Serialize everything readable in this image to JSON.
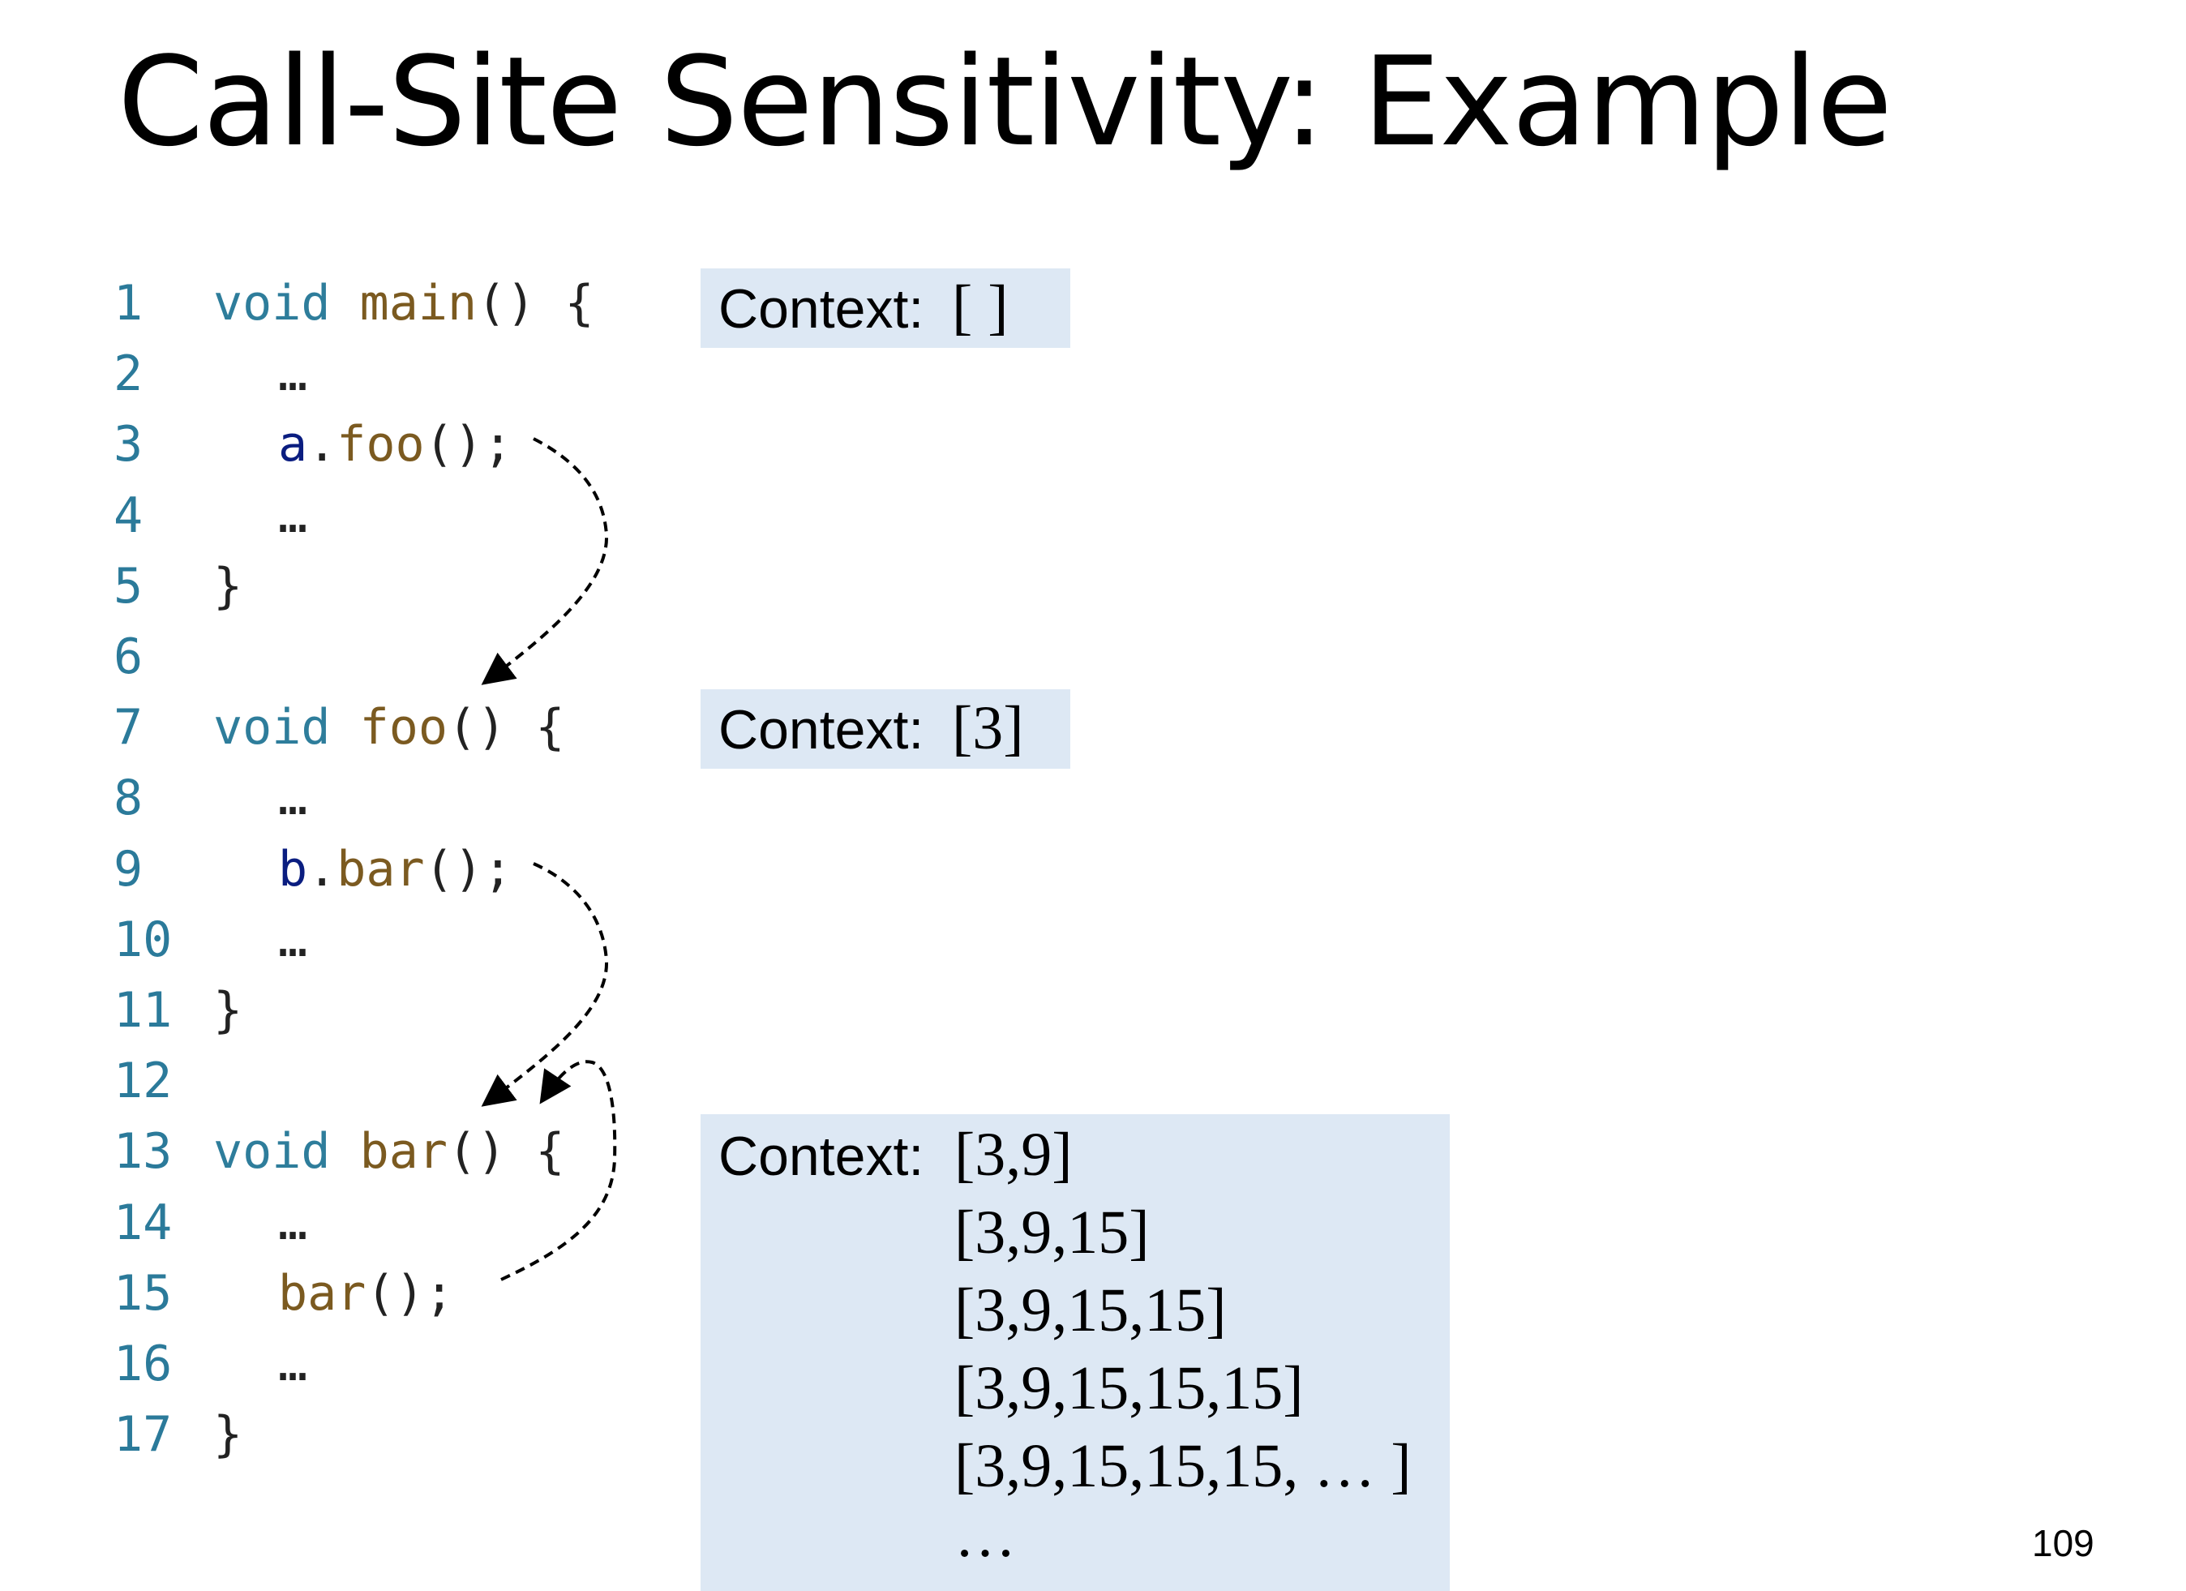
{
  "title": "Call-Site Sensitivity: Example",
  "page_number": "109",
  "code": [
    {
      "n": "1",
      "tokens": [
        {
          "t": "void ",
          "c": "kw"
        },
        {
          "t": "main",
          "c": "fn"
        },
        {
          "t": "() {",
          "c": "plain"
        }
      ],
      "indent": false
    },
    {
      "n": "2",
      "tokens": [
        {
          "t": "…",
          "c": "plain"
        }
      ],
      "indent": true
    },
    {
      "n": "3",
      "tokens": [
        {
          "t": "a",
          "c": "var"
        },
        {
          "t": ".",
          "c": "plain"
        },
        {
          "t": "foo",
          "c": "fn"
        },
        {
          "t": "();",
          "c": "plain"
        }
      ],
      "indent": true
    },
    {
      "n": "4",
      "tokens": [
        {
          "t": "…",
          "c": "plain"
        }
      ],
      "indent": true
    },
    {
      "n": "5",
      "tokens": [
        {
          "t": "}",
          "c": "plain"
        }
      ],
      "indent": false
    },
    {
      "n": "6",
      "tokens": [],
      "indent": false
    },
    {
      "n": "7",
      "tokens": [
        {
          "t": "void ",
          "c": "kw"
        },
        {
          "t": "foo",
          "c": "fn"
        },
        {
          "t": "() {",
          "c": "plain"
        }
      ],
      "indent": false
    },
    {
      "n": "8",
      "tokens": [
        {
          "t": "…",
          "c": "plain"
        }
      ],
      "indent": true
    },
    {
      "n": "9",
      "tokens": [
        {
          "t": "b",
          "c": "var"
        },
        {
          "t": ".",
          "c": "plain"
        },
        {
          "t": "bar",
          "c": "fn"
        },
        {
          "t": "();",
          "c": "plain"
        }
      ],
      "indent": true
    },
    {
      "n": "10",
      "tokens": [
        {
          "t": "…",
          "c": "plain"
        }
      ],
      "indent": true
    },
    {
      "n": "11",
      "tokens": [
        {
          "t": "}",
          "c": "plain"
        }
      ],
      "indent": false
    },
    {
      "n": "12",
      "tokens": [],
      "indent": false
    },
    {
      "n": "13",
      "tokens": [
        {
          "t": "void ",
          "c": "kw"
        },
        {
          "t": "bar",
          "c": "fn"
        },
        {
          "t": "() {",
          "c": "plain"
        }
      ],
      "indent": false
    },
    {
      "n": "14",
      "tokens": [
        {
          "t": "…",
          "c": "plain"
        }
      ],
      "indent": true
    },
    {
      "n": "15",
      "tokens": [
        {
          "t": "bar",
          "c": "fn"
        },
        {
          "t": "();",
          "c": "plain"
        }
      ],
      "indent": true
    },
    {
      "n": "16",
      "tokens": [
        {
          "t": "…",
          "c": "plain"
        }
      ],
      "indent": true
    },
    {
      "n": "17",
      "tokens": [
        {
          "t": "}",
          "c": "plain"
        }
      ],
      "indent": false
    }
  ],
  "contexts": [
    {
      "label": "Context:",
      "values": [
        "[ ]"
      ]
    },
    {
      "label": "Context:",
      "values": [
        "[3]"
      ]
    },
    {
      "label": "Context:",
      "values": [
        "[3,9]",
        "[3,9,15]",
        "[3,9,15,15]",
        "[3,9,15,15,15]",
        "[3,9,15,15,15, … ]",
        "…"
      ]
    }
  ],
  "colors": {
    "line_number": "#2b7a9a",
    "keyword": "#2e7d9b",
    "function": "#7b5a20",
    "variable": "#0a1d80",
    "context_box": "#dde8f4"
  }
}
